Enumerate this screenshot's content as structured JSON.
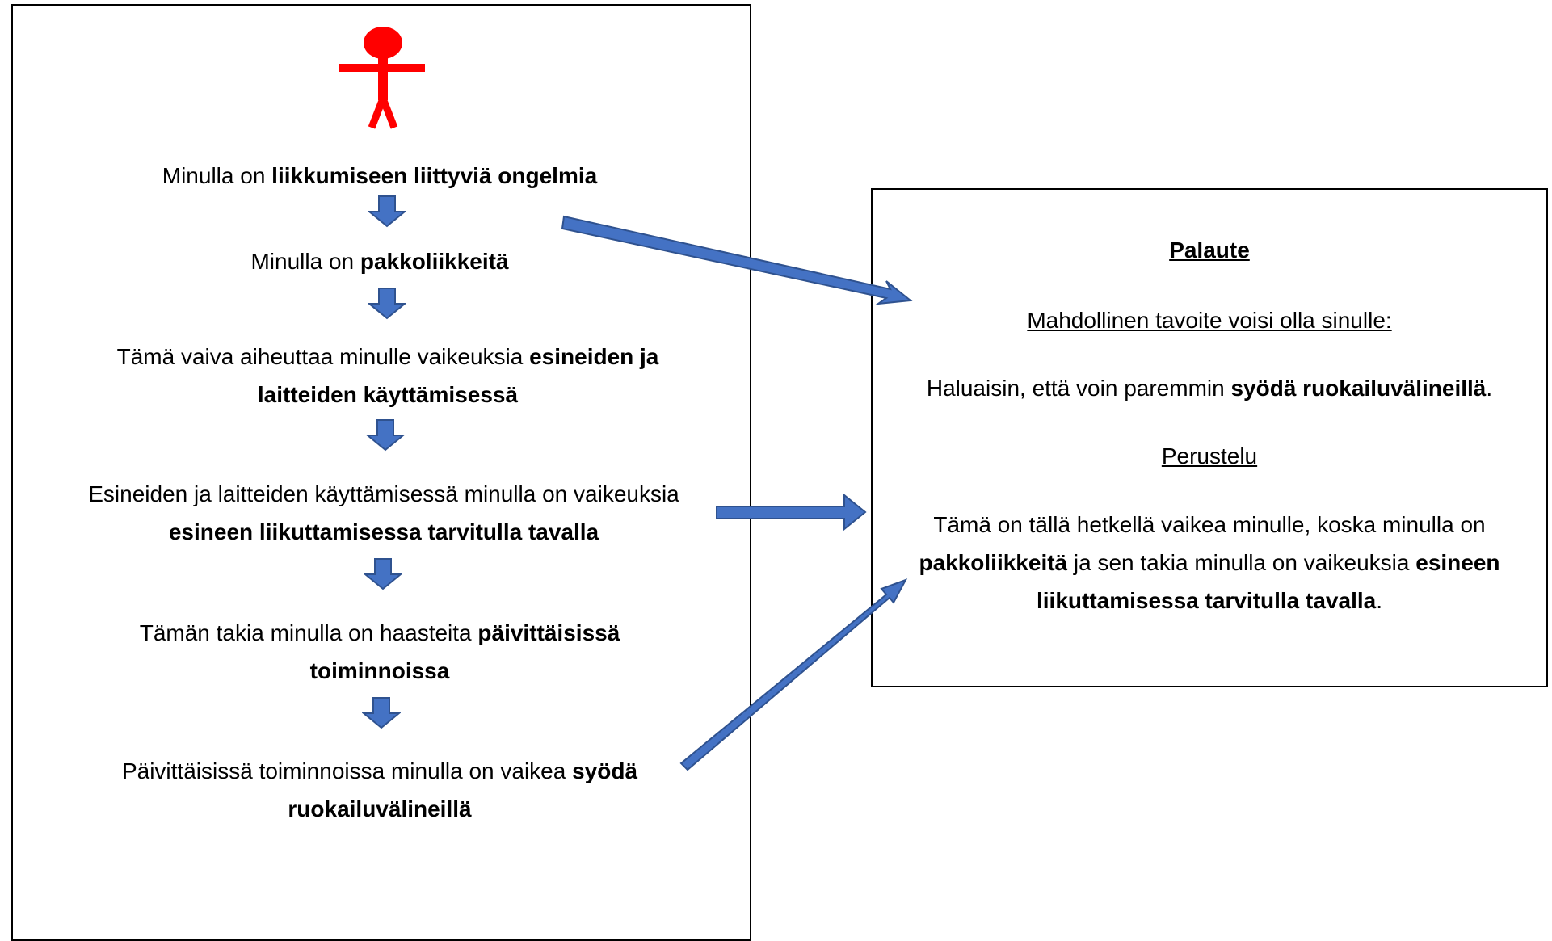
{
  "colors": {
    "arrow_fill": "#4472C4",
    "arrow_stroke": "#2F528F",
    "person": "#FF0000",
    "border": "#000000"
  },
  "flow": {
    "person_icon": "stick-figure-person-icon",
    "step1": {
      "pre": "Minulla on ",
      "bold": "liikkumiseen liittyviä ongelmia"
    },
    "step2": {
      "pre": "Minulla on ",
      "bold": "pakkoliikkeitä"
    },
    "step3": {
      "pre": "Tämä vaiva aiheuttaa minulle vaikeuksia ",
      "bold": "esineiden ja laitteiden käyttämisessä"
    },
    "step4": {
      "pre": "Esineiden ja laitteiden käyttämisessä minulla on vaikeuksia ",
      "bold": "esineen liikuttamisessa tarvitulla tavalla"
    },
    "step5": {
      "pre": "Tämän takia minulla on haasteita ",
      "bold": "päivittäisissä toiminnoissa"
    },
    "step6": {
      "pre": "Päivittäisissä toiminnoissa minulla on vaikea ",
      "bold": "syödä ruokailuvälineillä"
    }
  },
  "feedback": {
    "title": "Palaute",
    "goal_heading": "Mahdollinen tavoite voisi olla sinulle:",
    "goal_pre": "Haluaisin, että voin paremmin ",
    "goal_bold": "syödä ruokailuvälineillä",
    "goal_post": ".",
    "reason_heading": "Perustelu",
    "reason_pre": "Tämä on tällä hetkellä vaikea minulle, koska minulla on ",
    "reason_bold1": "pakkoliikkeitä",
    "reason_mid": " ja sen takia minulla on vaikeuksia ",
    "reason_bold2": "esineen liikuttamisessa tarvitulla tavalla",
    "reason_post": "."
  }
}
